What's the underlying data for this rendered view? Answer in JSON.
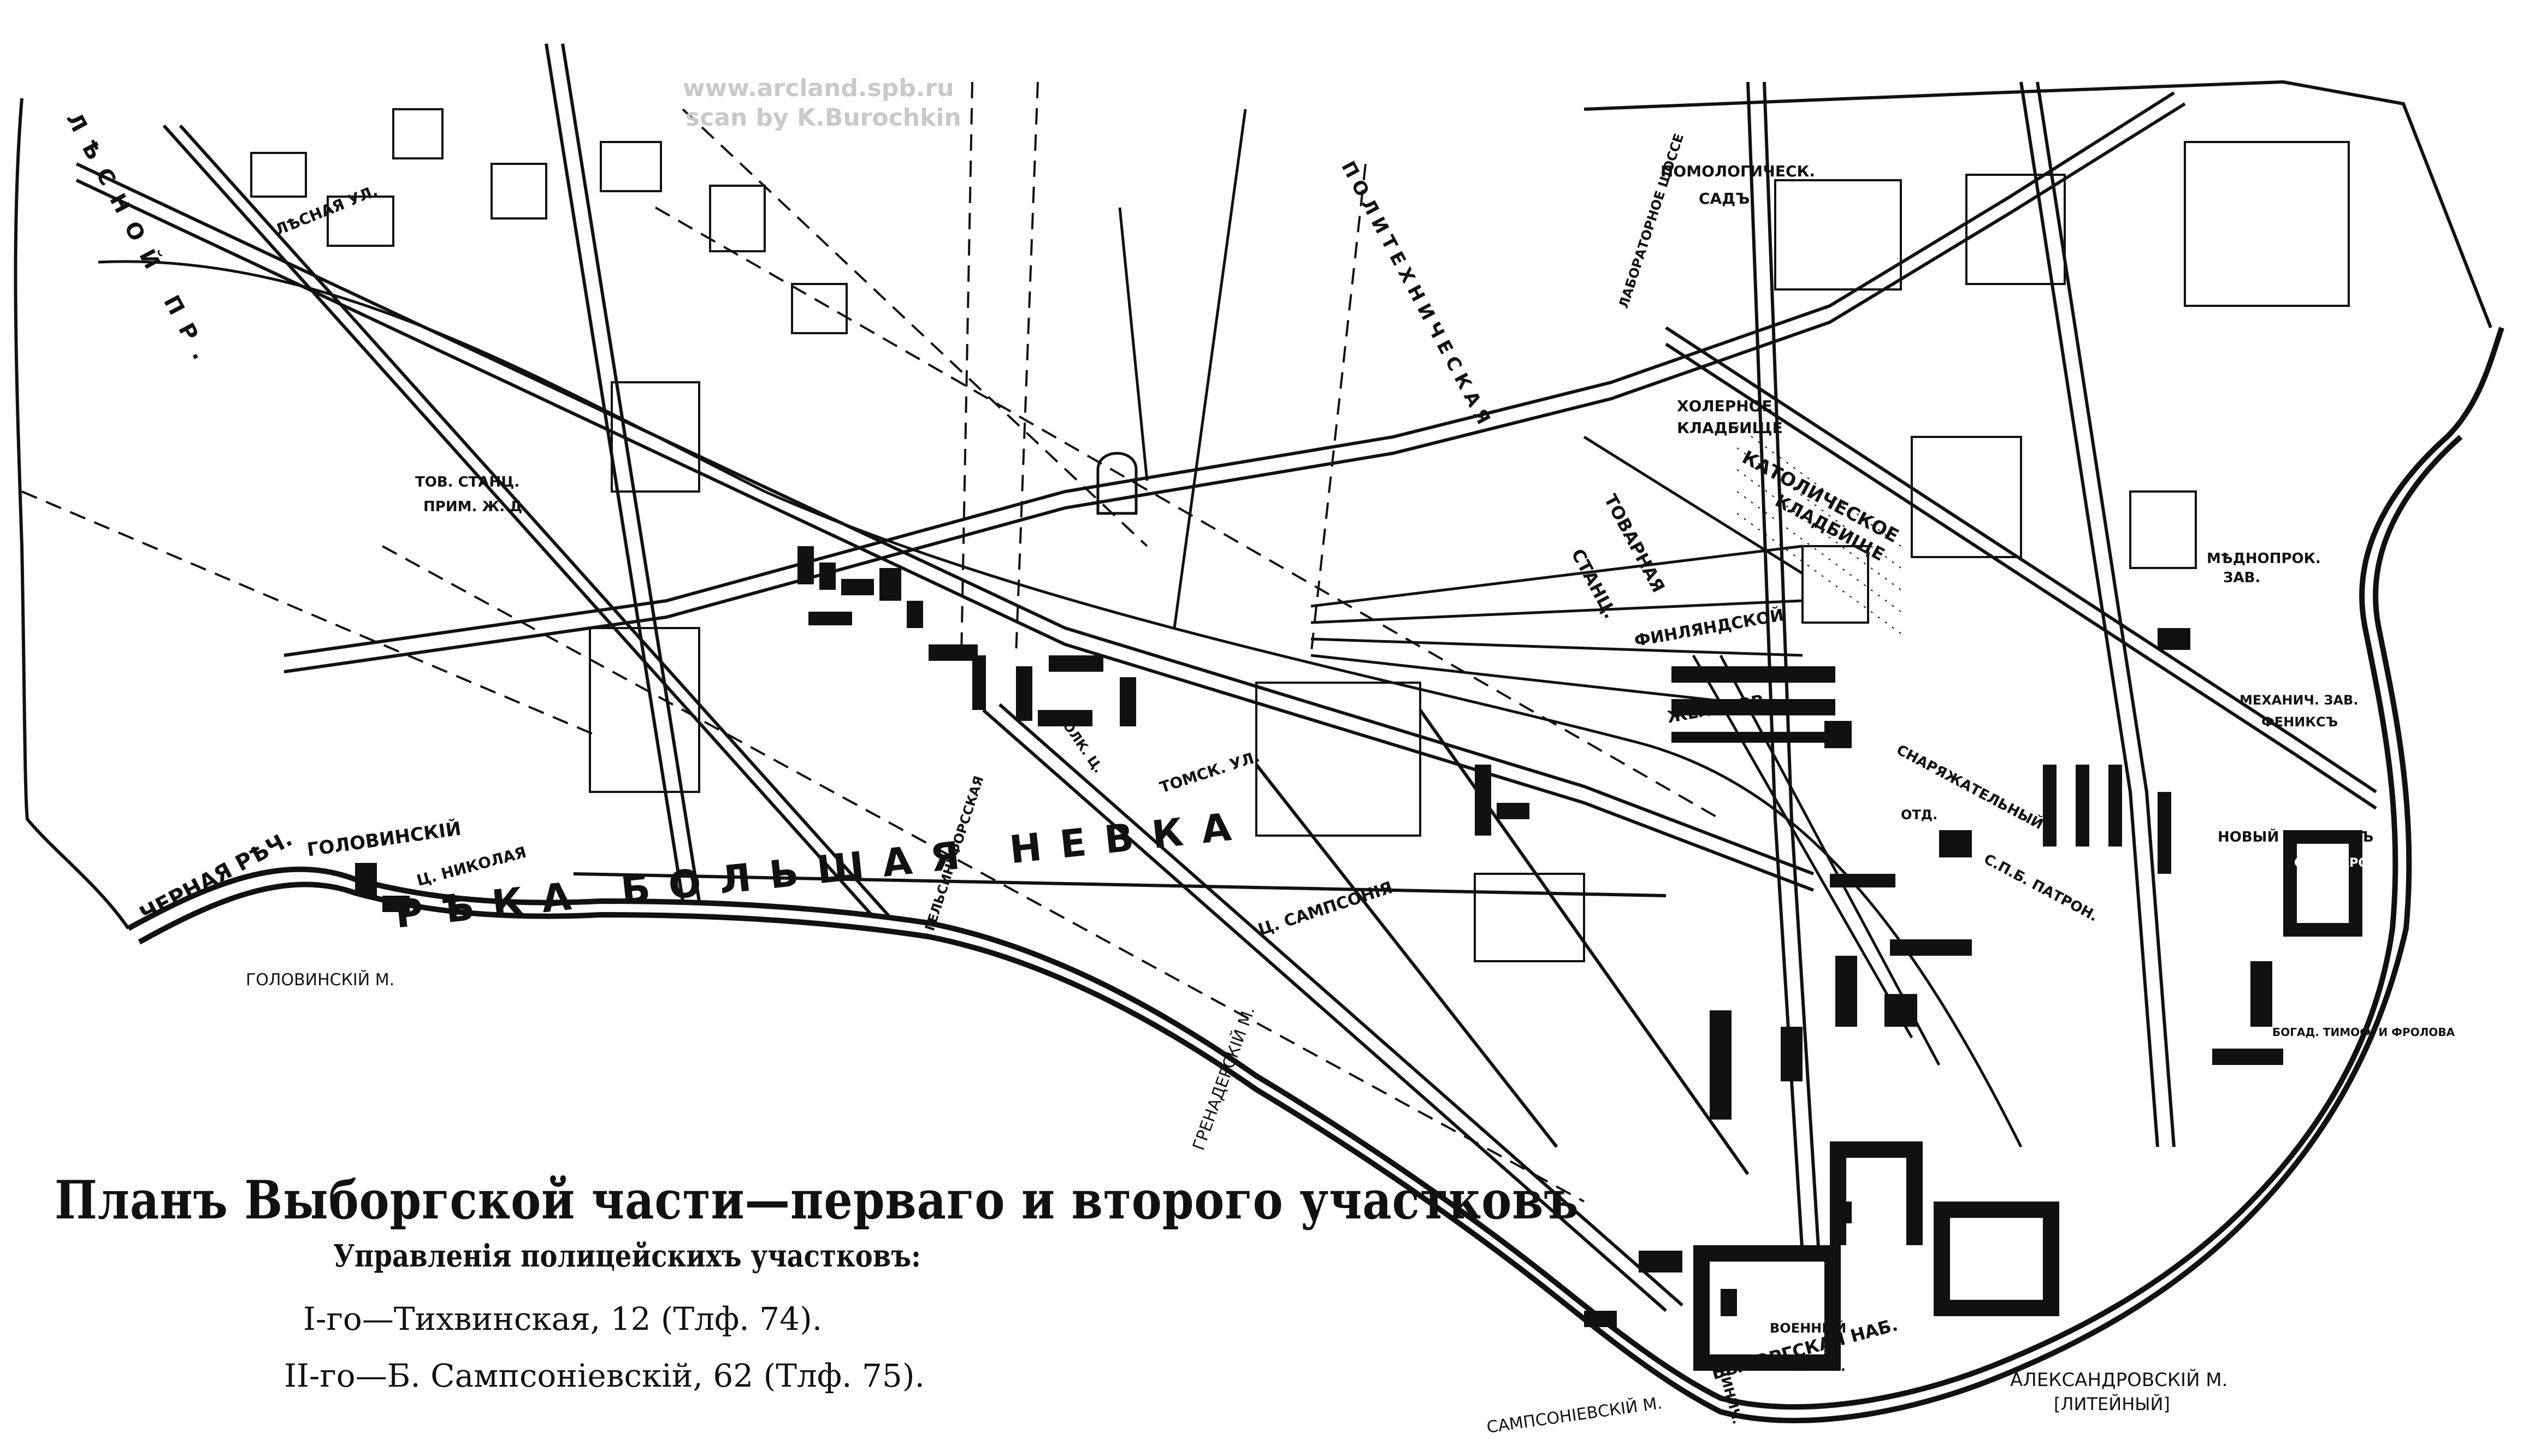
{
  "legend": {
    "title": "Планъ Выборгской части—перваго и второго участковъ",
    "subtitle": "Управленія полицейскихъ участковъ:",
    "line1": "I-го—Тихвинская, 12 (Тлф. 74).",
    "line2": "II-го—Б. Сампсоніевскій, 62 (Тлф. 75)."
  },
  "watermark": {
    "line1": "www.arcland.spb.ru",
    "line2": "scan by K.Burochkin"
  },
  "bridges": {
    "golovinsky": "ГОЛОВИНСКІЙ М.",
    "grenadersky": "ГРЕНАДЕРСКІЙ М.",
    "sampsonievsky": "САМПСОНІЕВСКІЙ М.",
    "aleksandrovsky": "АЛЕКСАНДРОВСКІЙ М.",
    "liteyny": "[ЛИТЕЙНЫЙ]"
  },
  "rivers": {
    "bolshaya_nevka": "РѢКА БОЛЬШАЯ НЕВКА",
    "chernaya_rechka": "ЧЕРНАЯ РѢЧ.",
    "vyborgskaya_nab": "ВЫБОРГСКАЯ НАБ."
  },
  "places": {
    "tov_stants": "ТОВ. СТАНЦ.",
    "prim_zhd": "ПРИМ. Ж. Д.",
    "kholernoe": "ХОЛЕРНОЕ",
    "kladbishche": "КЛАДБИЩЕ",
    "katolicheskoe": "КАТОЛИЧЕСКОЕ",
    "kladbishche2": "КЛАДБИЩЕ",
    "pomologich": "ПОМОЛОГИЧЕСК.",
    "sad": "САДЪ",
    "tovarnaya": "ТОВАРНАЯ",
    "stants": "СТАНЦ.",
    "finlyandskoy": "ФИНЛЯНДСКОЙ",
    "zhel_dor": "ЖЕЛ. ДОР.",
    "snaryazhatelny": "СНАРЯЖАТЕЛЬНЫЙ",
    "otd": "ОТД.",
    "spb_patron": "С.П.Б. ПАТРОН.",
    "novy_arsenal": "НОВЫЙ АРСЕНАЛЪ",
    "spb_arsen": "С.П.Б. АРСЕН.",
    "mednoprok": "МѢДНОПРОК.",
    "zav": "ЗАВ.",
    "mekhanich_zav": "МЕХАНИЧ. ЗАВ.",
    "feniks": "ФЕНИКСЪ",
    "bogad": "БОГАД. ТИМОФ. И ФРОЛОВА",
    "ts_sampsonia": "Ц. САМПСОНІЯ",
    "ts_nikolaya": "Ц. НИКОЛАЯ",
    "polk_ts": "ПОЛК. Ц.",
    "voenny": "ВОЕННЫЙ",
    "gospit": "ГОСПИТ.",
    "klinich": "КЛИНИЧ."
  },
  "streets": {
    "lesnaya": "ЛѢСНАЯ УЛ.",
    "golovinsky": "ГОЛОВИНСКІЙ",
    "tomsk": "ТОМСК. УЛ.",
    "gelsingforsskaya": "ГЕЛЬСИНГФОРССКАЯ",
    "politekhnicheskaya": "ПОЛИТЕХНИЧЕСКАЯ",
    "laboratornoe": "ЛАБОРАТОРНОЕ ШОССЕ",
    "lesnoy_pr": "ЛѢСНОЙ ПР."
  },
  "colors": {
    "ink": "#111111",
    "paper": "#ffffff",
    "watermark": "#c9c9c9"
  }
}
